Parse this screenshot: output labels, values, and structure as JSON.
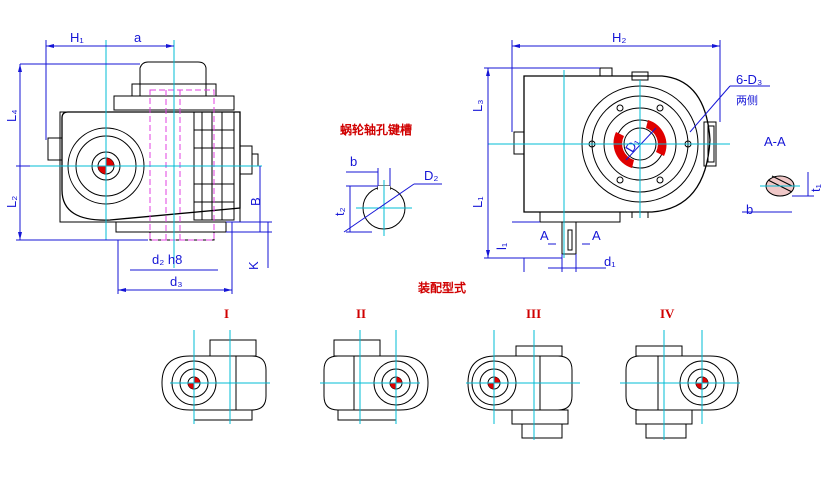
{
  "front_view": {
    "labels": {
      "H1": "H₁",
      "a": "a",
      "L4": "L₄",
      "L2": "L₂",
      "B": "B",
      "K": "K",
      "d2": "d₂ h8",
      "d3": "d₃"
    }
  },
  "keyway_detail": {
    "title": "蜗轮轴孔键槽",
    "labels": {
      "b": "b",
      "D2": "D₂",
      "t2": "t₂"
    }
  },
  "side_view": {
    "labels": {
      "H2": "H₂",
      "L3": "L₃",
      "L1": "L₁",
      "l1": "l₁",
      "D1": "D₁",
      "holes": "6-D₃",
      "both_sides": "两侧",
      "section_a_left": "A",
      "section_a_right": "A",
      "d1": "d₁"
    }
  },
  "section_aa": {
    "title": "A-A",
    "labels": {
      "b": "b",
      "t1": "t₁"
    }
  },
  "assembly": {
    "title": "装配型式",
    "types": [
      "I",
      "II",
      "III",
      "IV"
    ]
  },
  "colors": {
    "dimension": "#1515d6",
    "centerline": "#00bcd4",
    "hidden": "#e040e0",
    "highlight": "#e00000",
    "text_red": "#d00000"
  }
}
